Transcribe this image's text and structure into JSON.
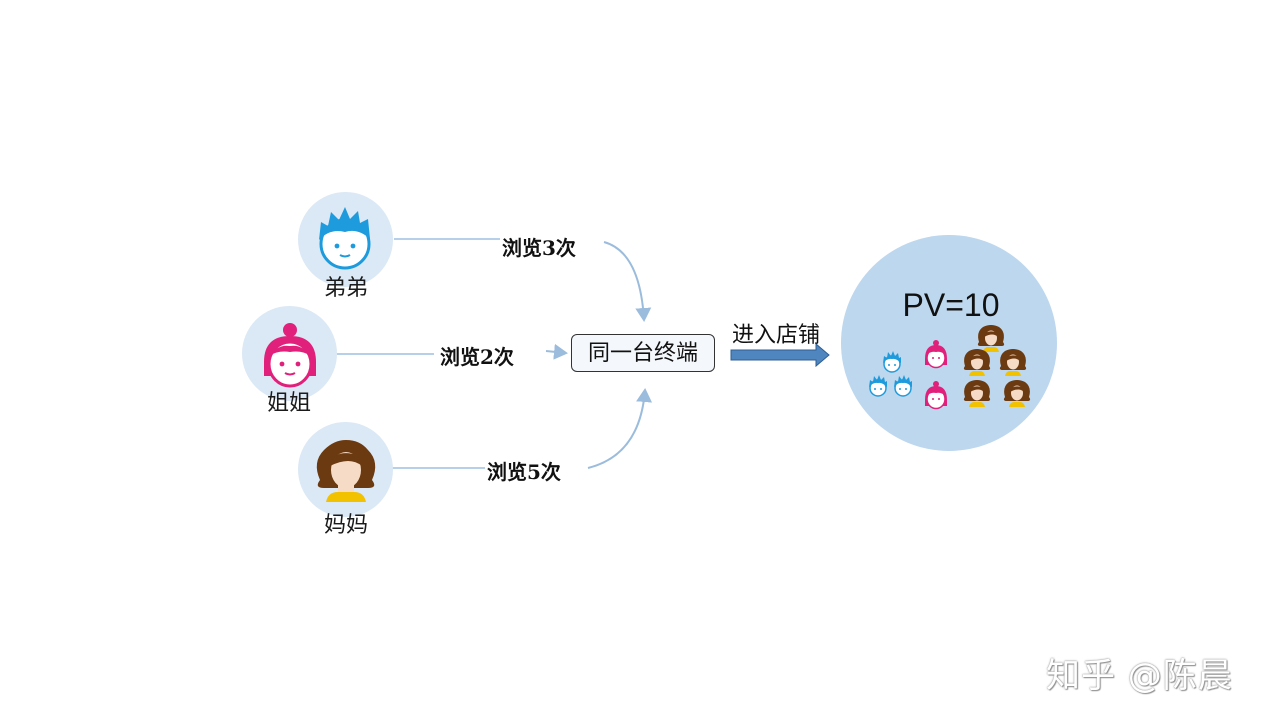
{
  "people": [
    {
      "label": "弟弟",
      "views": "浏览3次"
    },
    {
      "label": "姐姐",
      "views": "浏览2次"
    },
    {
      "label": "妈妈",
      "views": "浏览5次"
    }
  ],
  "device_label": "同一台终端",
  "enter_label": "进入店铺",
  "result_label": "PV=10",
  "result_counts": {
    "brother": 3,
    "sister": 2,
    "mother": 5
  },
  "watermark": "知乎 @陈晨",
  "colors": {
    "brother": "#1e9bdc",
    "sister": "#e0207a",
    "mother_hair": "#6b3a10",
    "skin": "#f6dcc6",
    "avatar_bg": "#dbe8f5",
    "result_bg": "#bdd7ee",
    "arrow": "#4f86c0",
    "connector": "#b5d0e8"
  }
}
